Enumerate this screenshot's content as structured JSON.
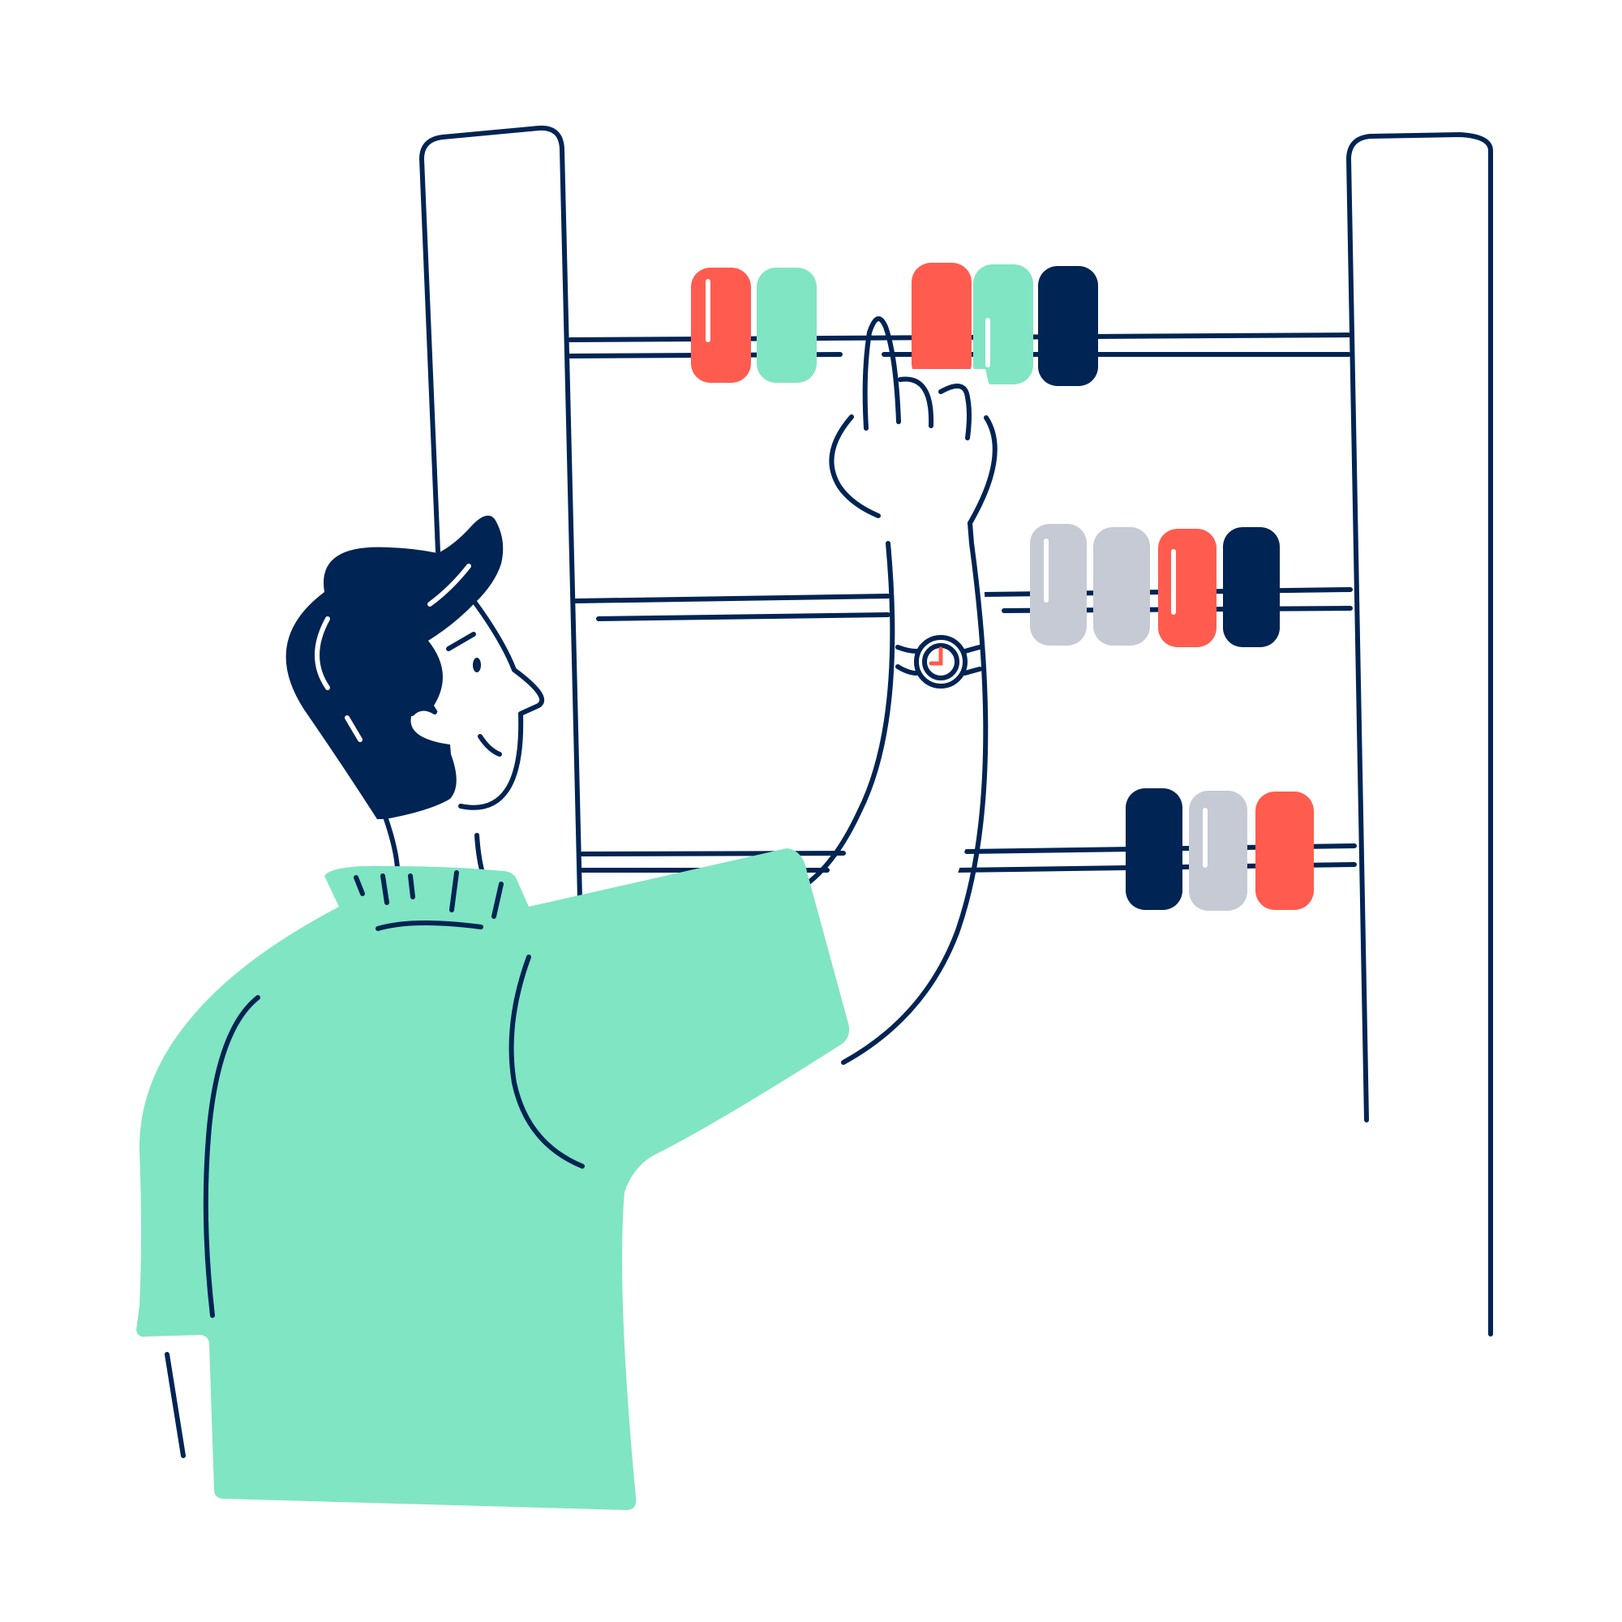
{
  "illustration": {
    "subject": "person-moving-abacus-beads",
    "colors": {
      "navy": "#002453",
      "coral": "#ff5c4f",
      "mint": "#80e5c3",
      "gray": "#c5cad4",
      "white": "#ffffff"
    },
    "abacus": {
      "rows": [
        {
          "beads": [
            "coral",
            "mint",
            "coral",
            "mint",
            "navy"
          ]
        },
        {
          "beads": [
            "gray",
            "gray",
            "coral",
            "navy"
          ]
        },
        {
          "beads": [
            "navy",
            "gray",
            "coral"
          ]
        }
      ]
    },
    "icons": [
      "wristwatch-icon"
    ]
  }
}
